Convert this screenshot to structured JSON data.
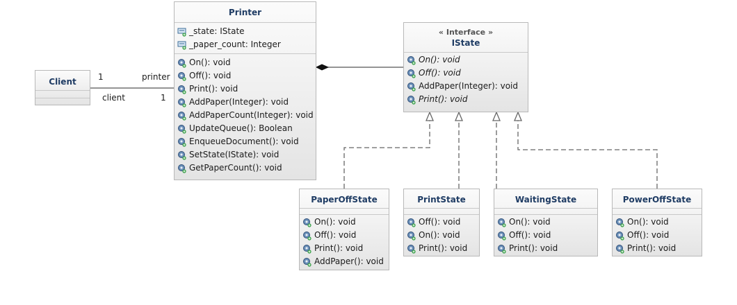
{
  "diagram": {
    "client": {
      "name": "Client"
    },
    "printer": {
      "name": "Printer",
      "attributes": [
        "_state: IState",
        "_paper_count: Integer"
      ],
      "operations": [
        "On(): void",
        "Off(): void",
        "Print(): void",
        "AddPaper(Integer): void",
        "AddPaperCount(Integer): void",
        "UpdateQueue(): Boolean",
        "EnqueueDocument(): void",
        "SetState(IState): void",
        "GetPaperCount(): void"
      ]
    },
    "istate": {
      "stereotype": "« Interface »",
      "name": "IState",
      "operations": [
        {
          "text": "On(): void",
          "abstract": true
        },
        {
          "text": "Off(): void",
          "abstract": true
        },
        {
          "text": "AddPaper(Integer): void",
          "abstract": false
        },
        {
          "text": "Print(): void",
          "abstract": true
        }
      ]
    },
    "paper_off_state": {
      "name": "PaperOffState",
      "operations": [
        "On(): void",
        "Off(): void",
        "Print(): void",
        "AddPaper(): void"
      ]
    },
    "print_state": {
      "name": "PrintState",
      "operations": [
        "Off(): void",
        "On(): void",
        "Print(): void"
      ]
    },
    "waiting_state": {
      "name": "WaitingState",
      "operations": [
        "On(): void",
        "Off(): void",
        "Print(): void"
      ]
    },
    "power_off_state": {
      "name": "PowerOffState",
      "operations": [
        "On(): void",
        "Off(): void",
        "Print(): void"
      ]
    },
    "association": {
      "client_end_multiplicity": "1",
      "client_end_role": "client",
      "printer_end_multiplicity": "1",
      "printer_end_role": "printer"
    },
    "colors": {
      "class_name": "#1f3c64",
      "border": "#b8b8b8",
      "line": "#555555"
    },
    "icons": {
      "attribute": "field-icon",
      "operation": "method-icon"
    }
  }
}
